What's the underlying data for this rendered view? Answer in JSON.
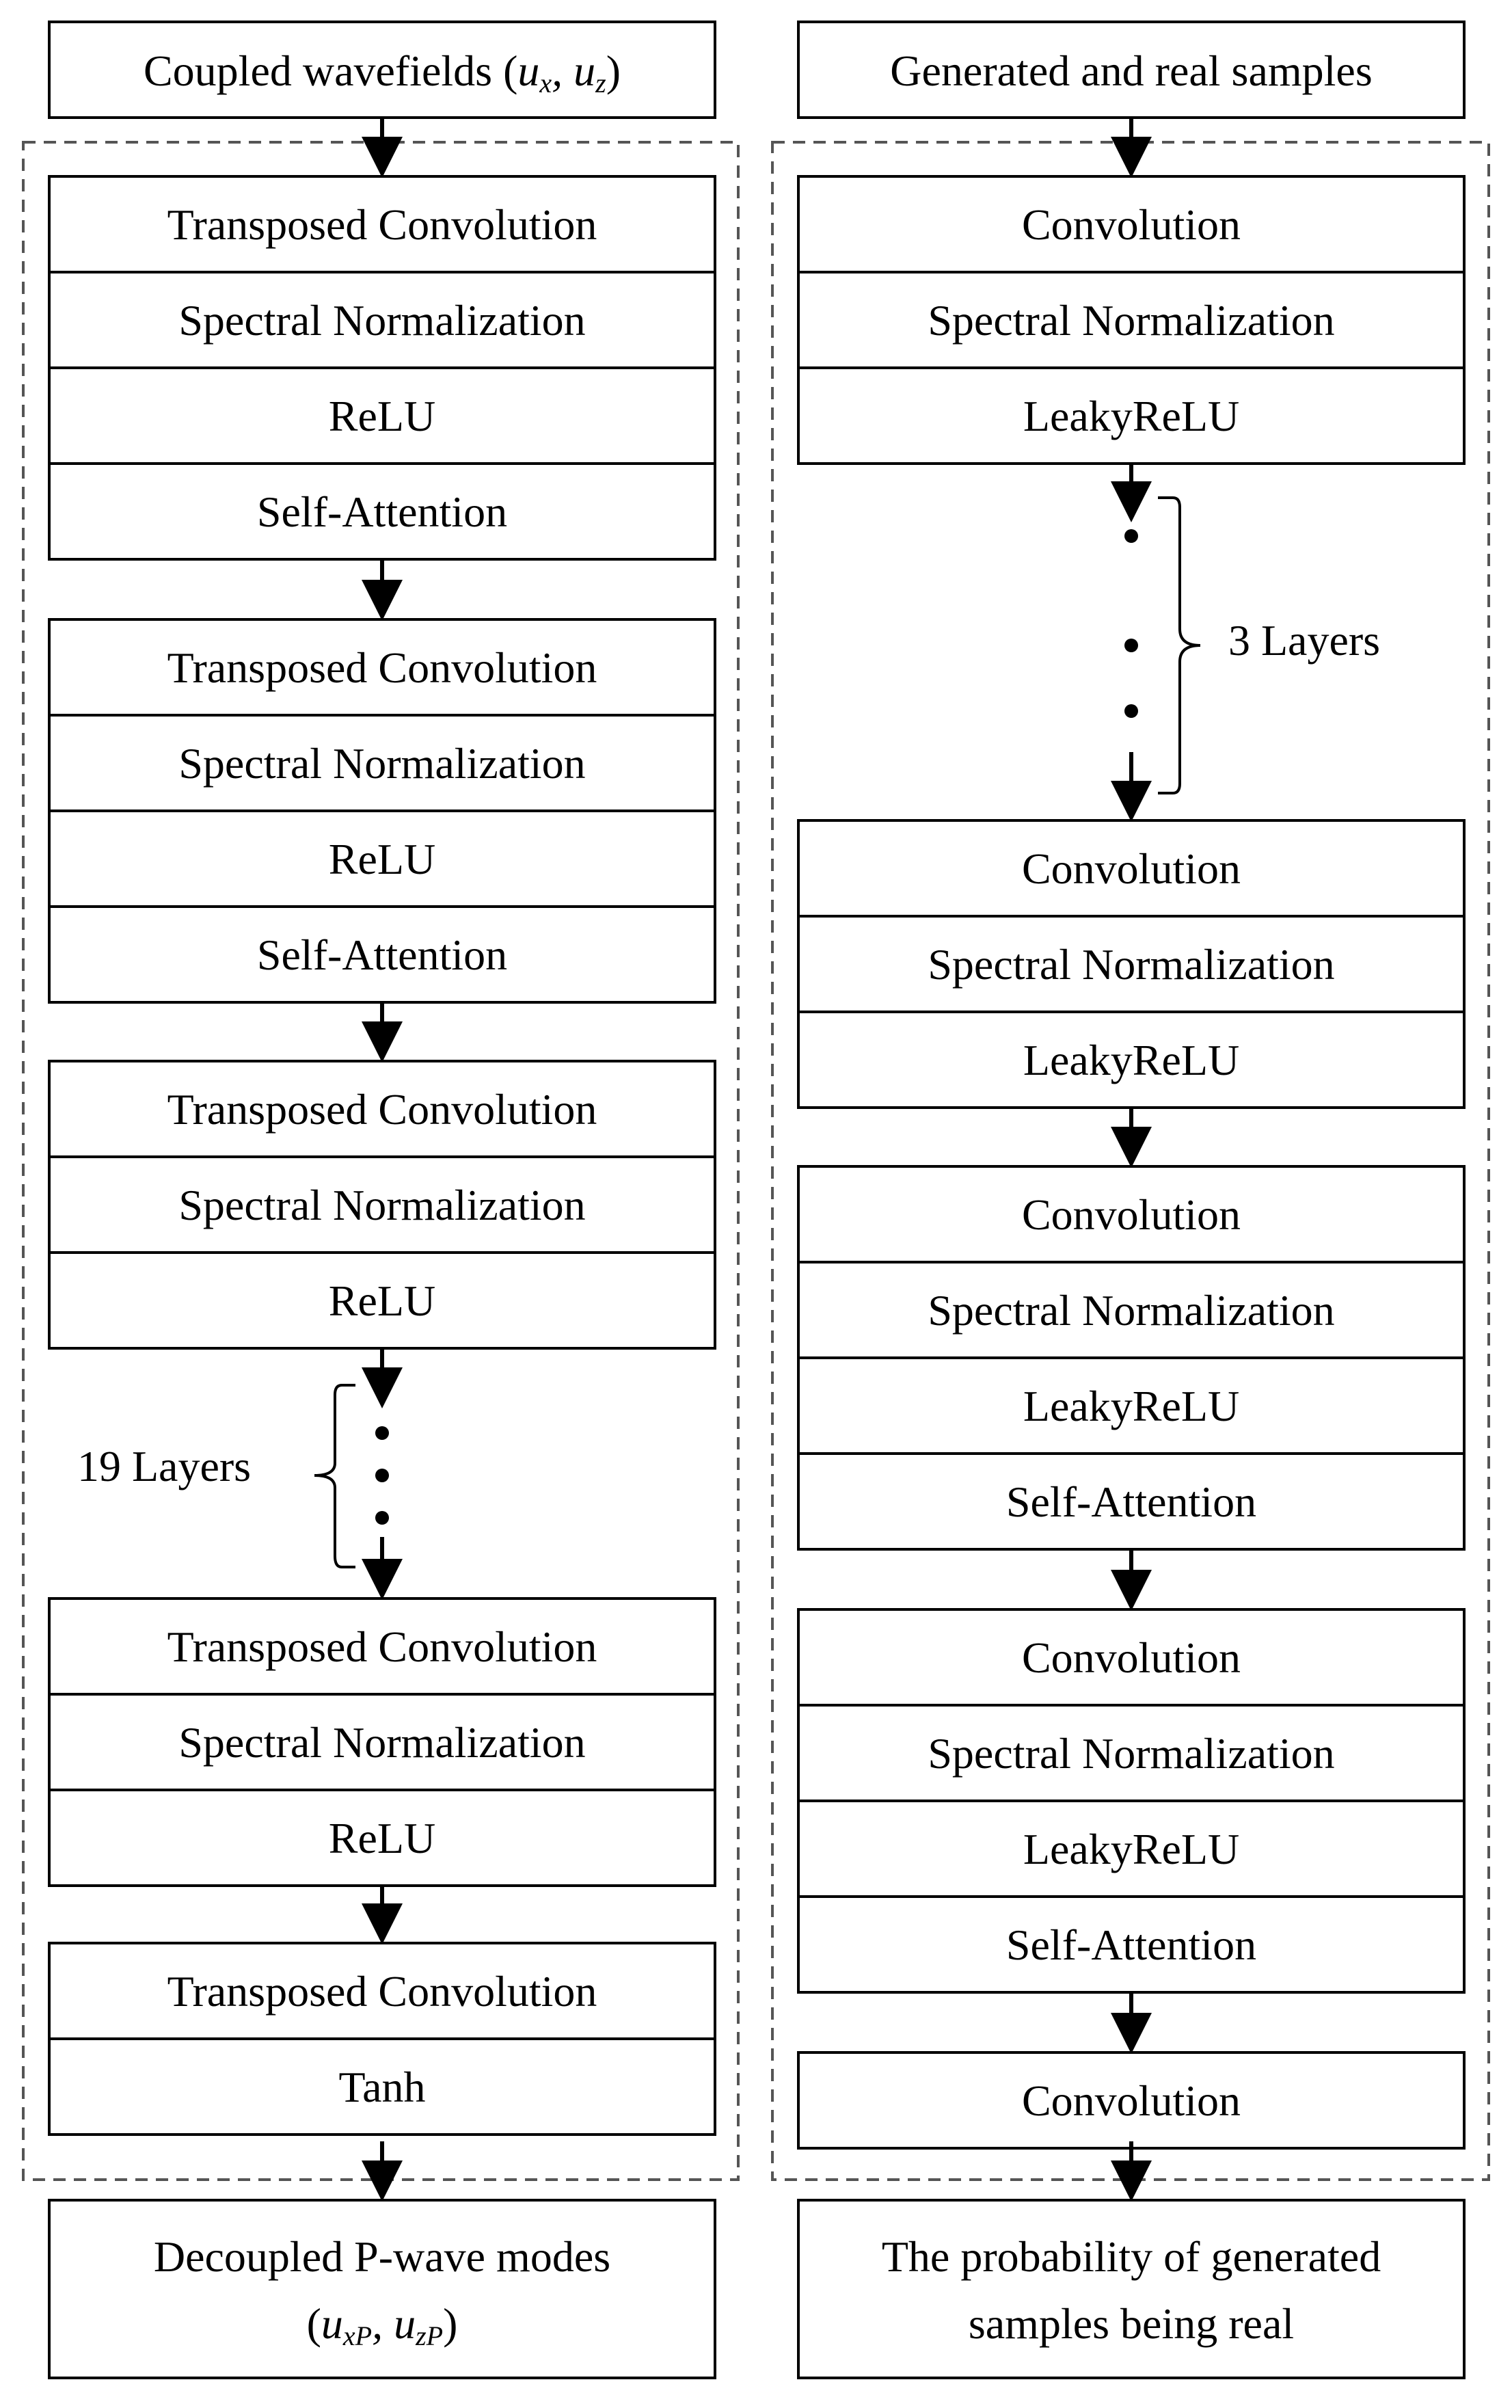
{
  "generator": {
    "input": {
      "prefix": "Coupled wavefields (",
      "u1": "u",
      "s1": "x",
      "sep": ", ",
      "u2": "u",
      "s2": "z",
      "suffix": ")"
    },
    "blocks": [
      [
        "Transposed Convolution",
        "Spectral Normalization",
        "ReLU",
        "Self-Attention"
      ],
      [
        "Transposed Convolution",
        "Spectral Normalization",
        "ReLU",
        "Self-Attention"
      ],
      [
        "Transposed Convolution",
        "Spectral Normalization",
        "ReLU"
      ],
      [
        "Transposed Convolution",
        "Spectral Normalization",
        "ReLU"
      ],
      [
        "Transposed Convolution",
        "Tanh"
      ]
    ],
    "repeat_label": "19 Layers",
    "output": {
      "line1": "Decoupled P-wave modes",
      "prefix": "(",
      "u1": "u",
      "s1": "xP",
      "sep": ", ",
      "u2": "u",
      "s2": "zP",
      "suffix": ")"
    }
  },
  "discriminator": {
    "input": "Generated and real samples",
    "blocks": [
      [
        "Convolution",
        "Spectral Normalization",
        "LeakyReLU"
      ],
      [
        "Convolution",
        "Spectral Normalization",
        "LeakyReLU"
      ],
      [
        "Convolution",
        "Spectral Normalization",
        "LeakyReLU",
        "Self-Attention"
      ],
      [
        "Convolution",
        "Spectral Normalization",
        "LeakyReLU",
        "Self-Attention"
      ],
      [
        "Convolution"
      ]
    ],
    "repeat_label": "3 Layers",
    "output": {
      "line1": "The probability of generated",
      "line2": "samples being real"
    }
  }
}
